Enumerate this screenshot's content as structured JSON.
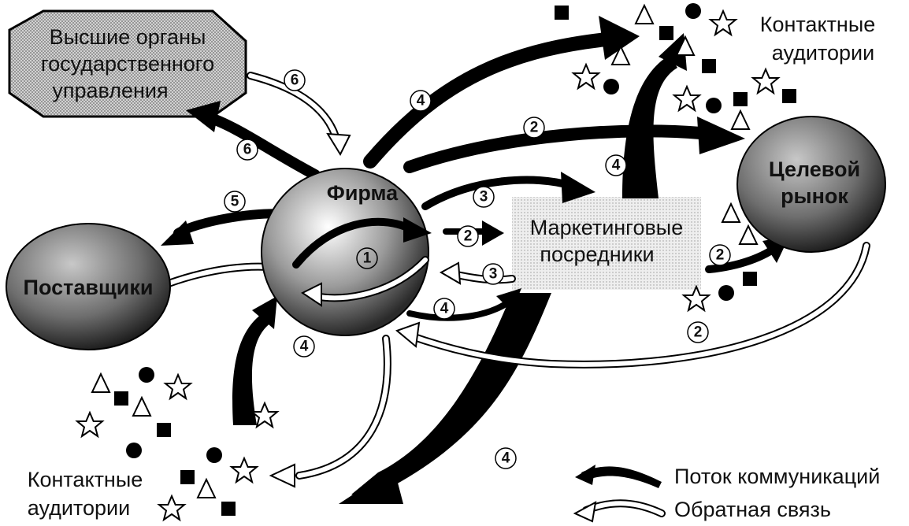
{
  "nodes": {
    "government": [
      "Высшие органы",
      "государственного",
      "управления"
    ],
    "firm": "Фирма",
    "suppliers": "Поставщики",
    "intermediaries": [
      "Маркетинговые",
      "посредники"
    ],
    "target_market": [
      "Целевой",
      "рынок"
    ],
    "contact_top": [
      "Контактные",
      "аудитории"
    ],
    "contact_bottom": [
      "Контактные",
      "аудитории"
    ]
  },
  "flow_numbers": {
    "n1": "1",
    "n2a": "2",
    "n2b": "2",
    "n2c": "2",
    "n3a": "3",
    "n3b": "3",
    "n4a": "4",
    "n4b": "4",
    "n4c": "4",
    "n4d": "4",
    "n4e": "4",
    "n5": "5",
    "n6a": "6",
    "n6b": "6"
  },
  "legend": {
    "communication": "Поток коммуникаций",
    "feedback": "Обратная связь"
  },
  "colors": {
    "ink": "#000000",
    "shade": "#9a9a9a",
    "paper": "#ffffff"
  }
}
